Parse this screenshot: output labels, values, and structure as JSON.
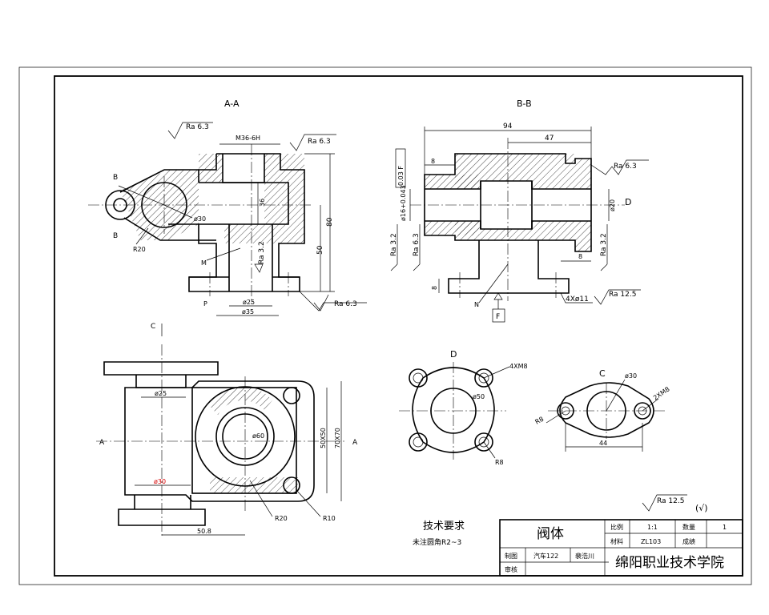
{
  "views": {
    "aa_label": "A-A",
    "bb_label": "B-B",
    "c_label": "C",
    "d_label": "D",
    "c_arrow": "C",
    "a_left": "A",
    "a_right": "A"
  },
  "dims_aa": {
    "ra1": "Ra 6.3",
    "thread": "M36-6H",
    "ra2": "Ra 6.3",
    "b1": "B",
    "b2": "B",
    "d36": "36",
    "d30": "ø30",
    "d80": "80",
    "d50": "50",
    "r20": "R20",
    "m": "M",
    "ra3": "Ra 3.2",
    "p": "P",
    "d25": "ø25",
    "d35": "ø35",
    "ra4": "Ra 6.3"
  },
  "dims_bb": {
    "d94": "94",
    "d47": "47",
    "tol": "0.03 F",
    "d8a": "8",
    "ra1": "Ra 6.3",
    "dD": "D",
    "d20": "ø20",
    "d16": "ø16+0.043",
    "ra2": "Ra 3.2",
    "ra3": "Ra 6.3",
    "ra4": "Ra 3.2",
    "d8b": "8",
    "d8c": "8",
    "n": "N",
    "holes": "4Xø11",
    "ra5": "Ra 12.5",
    "f": "F"
  },
  "dims_front": {
    "d25": "ø25",
    "d60": "ø60",
    "s50": "50X50",
    "s70": "70X70",
    "d30": "ø30",
    "r20": "R20",
    "r10": "R10",
    "d508": "50.8"
  },
  "dims_d": {
    "m8": "4XM8",
    "d50": "ø50",
    "r8": "R8"
  },
  "dims_c": {
    "d30": "ø30",
    "m8": "2XM8",
    "r8": "R8",
    "d44": "44"
  },
  "general_ra": {
    "ra": "Ra 12.5",
    "mark": "(√)"
  },
  "tech": {
    "title": "技术要求",
    "note": "未注圆角R2~3"
  },
  "titleblock": {
    "part_name": "阀体",
    "scale_label": "比例",
    "scale_value": "1:1",
    "qty_label": "数量",
    "qty_value": "1",
    "material_label": "材料",
    "material_value": "ZL103",
    "grade_label": "成绩",
    "drawn_label": "制图",
    "drawn_class": "汽车122",
    "drawn_name": "裴浩川",
    "check_label": "审核",
    "school": "绵阳职业技术学院"
  }
}
